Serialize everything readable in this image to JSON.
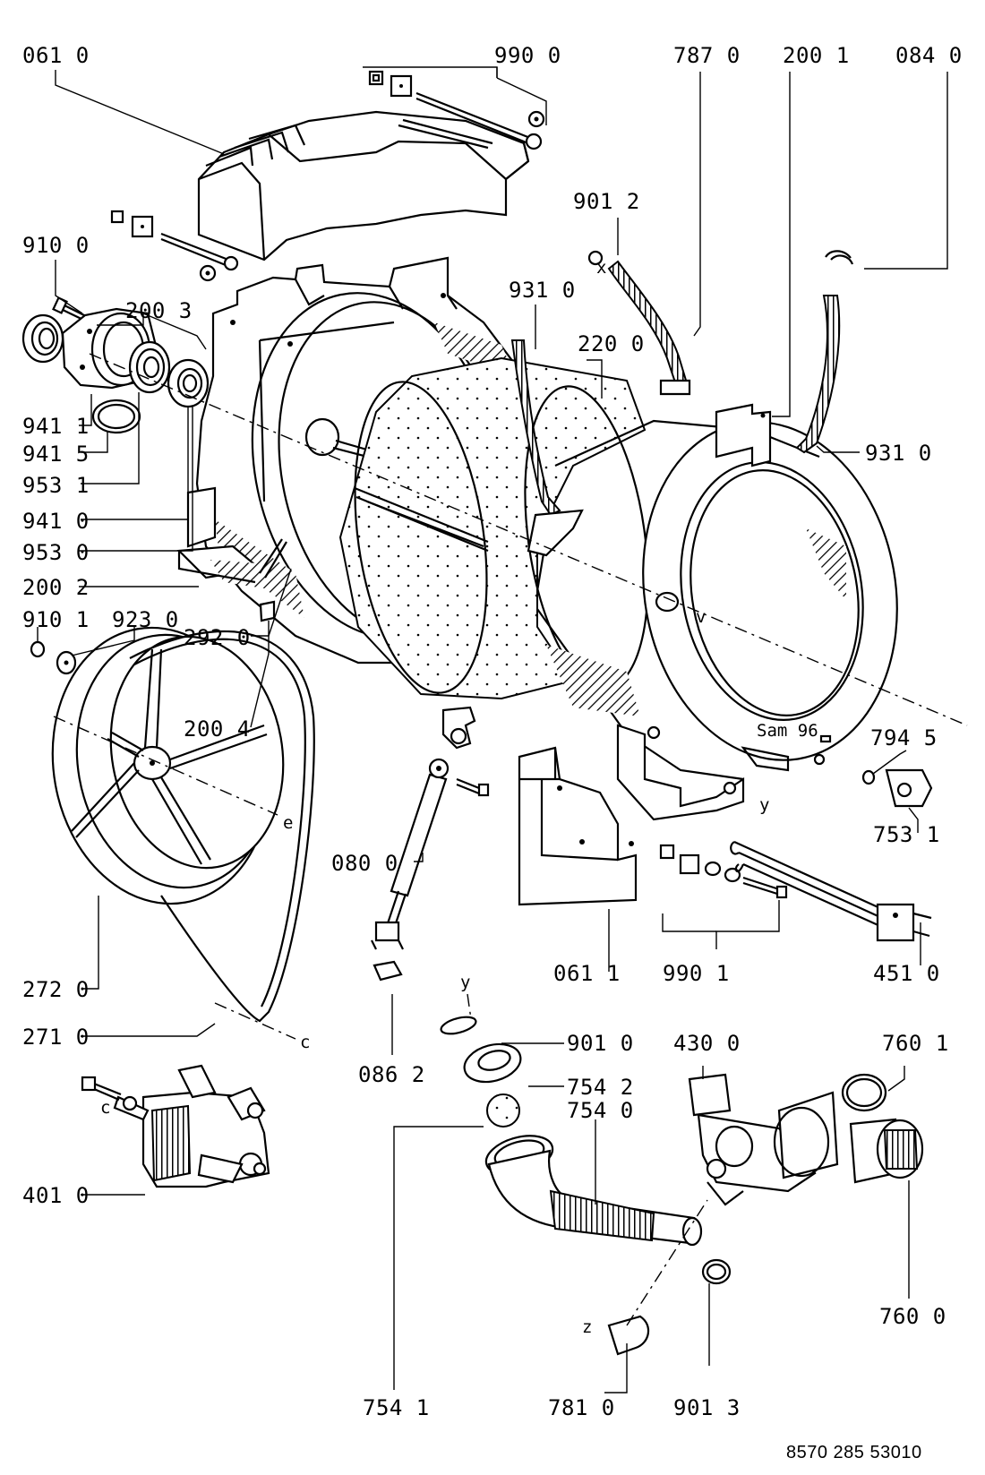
{
  "doc_code": "8570 285 53010",
  "signature": "Sam 96",
  "parts": [
    {
      "id": "p0610",
      "text": "061 0"
    },
    {
      "id": "p9900",
      "text": "990 0"
    },
    {
      "id": "p7870",
      "text": "787 0"
    },
    {
      "id": "p2001",
      "text": "200 1"
    },
    {
      "id": "p0840",
      "text": "084 0"
    },
    {
      "id": "p9012",
      "text": "901 2"
    },
    {
      "id": "p9100",
      "text": "910 0"
    },
    {
      "id": "p9310a",
      "text": "931 0"
    },
    {
      "id": "p2200",
      "text": "220 0"
    },
    {
      "id": "p2003",
      "text": "200 3"
    },
    {
      "id": "p9411",
      "text": "941 1"
    },
    {
      "id": "p9415",
      "text": "941 5"
    },
    {
      "id": "p9531",
      "text": "953 1"
    },
    {
      "id": "p9410",
      "text": "941 0"
    },
    {
      "id": "p9530",
      "text": "953 0"
    },
    {
      "id": "p9310b",
      "text": "931 0"
    },
    {
      "id": "p2002",
      "text": "200 2"
    },
    {
      "id": "p9101",
      "text": "910 1"
    },
    {
      "id": "p9230",
      "text": "923 0"
    },
    {
      "id": "p2920",
      "text": "292 0"
    },
    {
      "id": "p2004",
      "text": "200 4"
    },
    {
      "id": "p7945",
      "text": "794 5"
    },
    {
      "id": "p7531",
      "text": "753 1"
    },
    {
      "id": "p0800",
      "text": "080 0"
    },
    {
      "id": "p0611",
      "text": "061 1"
    },
    {
      "id": "p9901",
      "text": "990 1"
    },
    {
      "id": "p4510",
      "text": "451 0"
    },
    {
      "id": "p2720",
      "text": "272 0"
    },
    {
      "id": "p2710",
      "text": "271 0"
    },
    {
      "id": "p0862",
      "text": "086 2"
    },
    {
      "id": "p9010",
      "text": "901 0"
    },
    {
      "id": "p4300",
      "text": "430 0"
    },
    {
      "id": "p7601",
      "text": "760 1"
    },
    {
      "id": "p7542",
      "text": "754 2"
    },
    {
      "id": "p7540",
      "text": "754 0"
    },
    {
      "id": "p4010",
      "text": "401 0"
    },
    {
      "id": "p7600",
      "text": "760 0"
    },
    {
      "id": "p7541",
      "text": "754 1"
    },
    {
      "id": "p7810",
      "text": "781 0"
    },
    {
      "id": "p9013",
      "text": "901 3"
    }
  ],
  "markers": [
    {
      "id": "mx",
      "text": "x"
    },
    {
      "id": "mv",
      "text": "v"
    },
    {
      "id": "my1",
      "text": "y"
    },
    {
      "id": "my2",
      "text": "y"
    },
    {
      "id": "me",
      "text": "e"
    },
    {
      "id": "mc1",
      "text": "c"
    },
    {
      "id": "mc2",
      "text": "c"
    },
    {
      "id": "mz",
      "text": "z"
    }
  ]
}
